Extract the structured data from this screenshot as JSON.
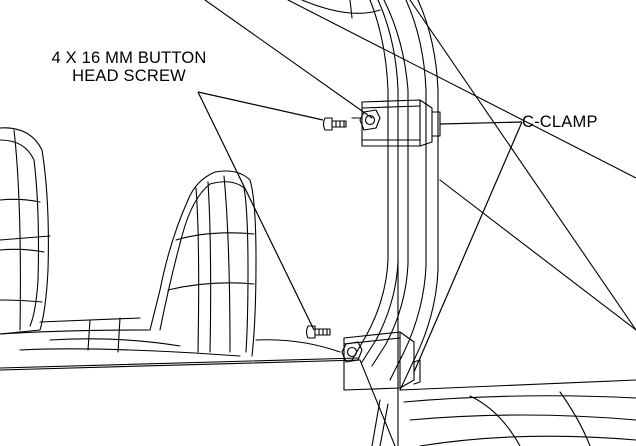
{
  "labels": {
    "screw_line1": "4 X 16 MM BUTTON",
    "screw_line2": "HEAD SCREW",
    "clamp": "C-CLAMP"
  },
  "colors": {
    "line": "#000000",
    "background": "#ffffff"
  }
}
